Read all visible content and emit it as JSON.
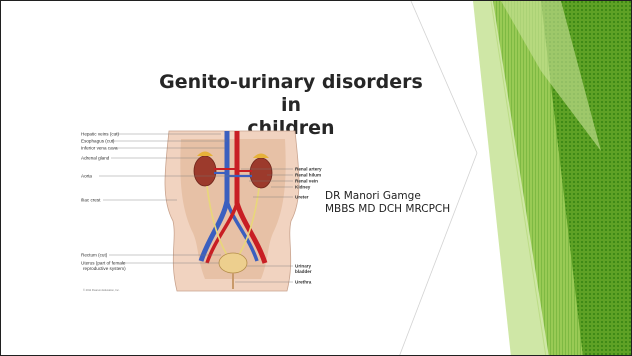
{
  "slide": {
    "title_line1": "Genito-urinary disorders in",
    "title_line2": "children",
    "subtitle_line1": "DR Manori Gamge",
    "subtitle_line2": "MBBS MD DCH MRCPCH"
  },
  "figure": {
    "labels_left": [
      "Hepatic veins (cut)",
      "Esophagus (cut)",
      "Inferior vena cava",
      "Adrenal gland",
      "Aorta",
      "Iliac crest",
      "Rectum (cut)",
      "Uterus (part of female",
      "reproductive system)"
    ],
    "labels_right": [
      "Renal artery",
      "Renal hilum",
      "Renal vein",
      "Kidney",
      "Ureter",
      "Urinary",
      "bladder",
      "Urethra"
    ],
    "credit": "© 2011 Pearson Education, Inc."
  },
  "colors": {
    "green_dark": "#3c8a1a",
    "green_mid": "#6fb52c",
    "green_light": "#a6d25a",
    "title_text": "#262626"
  }
}
